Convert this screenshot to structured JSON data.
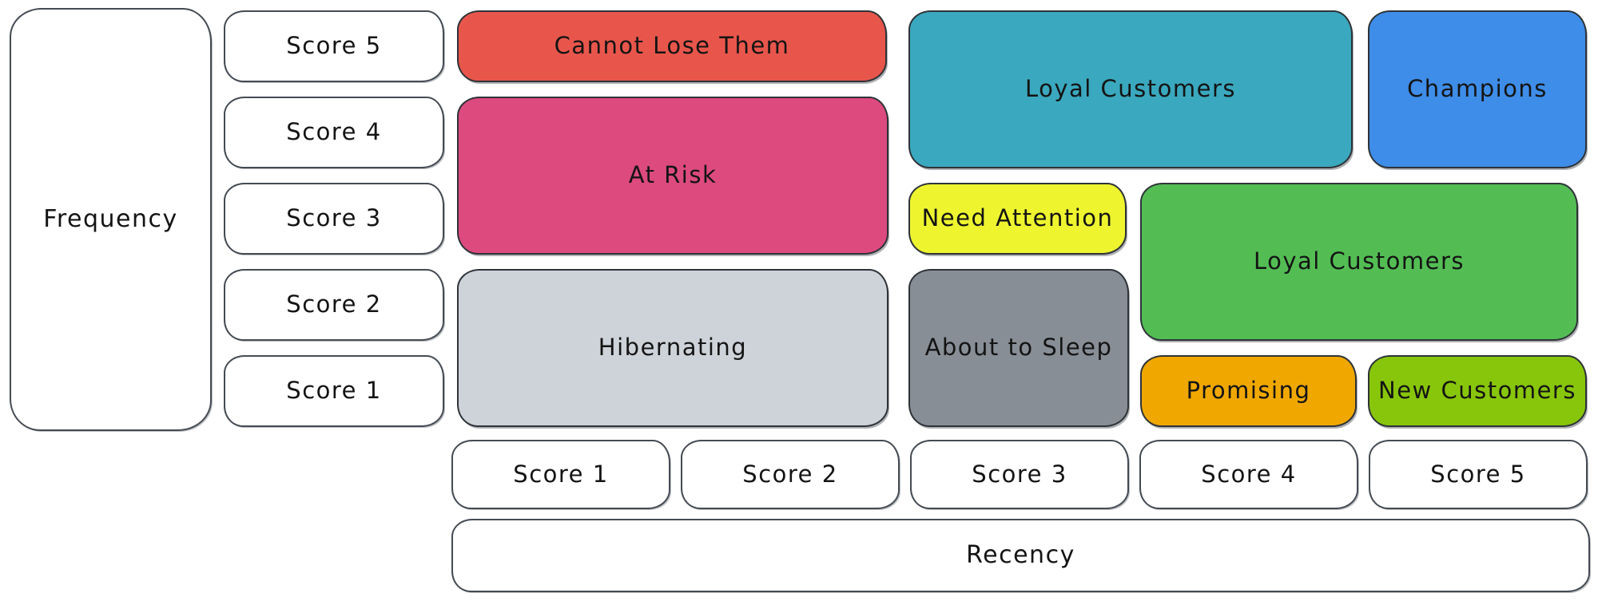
{
  "colors": {
    "background": "#ffffff",
    "ink": "#141414",
    "white_box_stroke": "#454b53",
    "segment_stroke": "#2e3338"
  },
  "frequency_axis": {
    "label": "Frequency",
    "scores": [
      "Score 5",
      "Score 4",
      "Score 3",
      "Score 2",
      "Score 1"
    ]
  },
  "recency_axis": {
    "label": "Recency",
    "scores": [
      "Score 1",
      "Score 2",
      "Score 3",
      "Score 4",
      "Score 5"
    ]
  },
  "segments": [
    {
      "name": "cannot-lose-them",
      "label": "Cannot Lose Them",
      "color": "#e8564b"
    },
    {
      "name": "at-risk",
      "label": "At Risk",
      "color": "#dc4a7e"
    },
    {
      "name": "hibernating",
      "label": "Hibernating",
      "color": "#ced3da"
    },
    {
      "name": "loyal-customers-upper",
      "label": "Loyal Customers",
      "color": "#3aa8be"
    },
    {
      "name": "champions",
      "label": "Champions",
      "color": "#3e8de8"
    },
    {
      "name": "need-attention",
      "label": "Need Attention",
      "color": "#eef52f"
    },
    {
      "name": "about-to-sleep",
      "label": "About to Sleep",
      "color": "#878e96"
    },
    {
      "name": "loyal-customers-lower",
      "label": "Loyal Customers",
      "color": "#53bd54"
    },
    {
      "name": "promising",
      "label": "Promising",
      "color": "#f0a800"
    },
    {
      "name": "new-customers",
      "label": "New Customers",
      "color": "#88c60b"
    }
  ]
}
